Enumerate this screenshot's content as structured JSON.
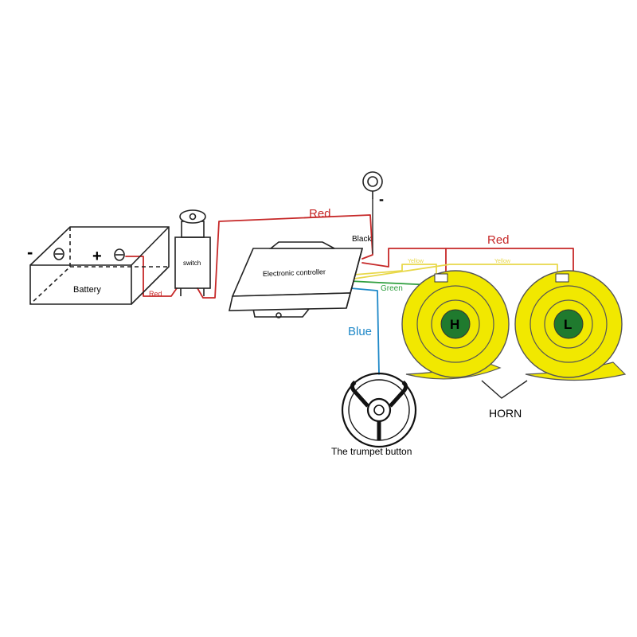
{
  "battery": {
    "label": "Battery",
    "negative_symbol": "-",
    "positive_symbol": "+"
  },
  "switch": {
    "label": "switch"
  },
  "controller": {
    "label": "Electronic controller"
  },
  "horns": {
    "label": "HORN",
    "high": {
      "letter": "H"
    },
    "low": {
      "letter": "L"
    }
  },
  "button": {
    "label": "The trumpet button"
  },
  "ground": {
    "symbol": "-"
  },
  "wires": {
    "battery_to_switch": "Red",
    "switch_to_controller": "Red",
    "controller_to_horns": "Red",
    "ground_wire": "Black",
    "green_wire": "Green",
    "blue_wire": "Blue",
    "yellow_left": "Yellow",
    "yellow_right": "Yellow"
  },
  "colors": {
    "red_wire": "#c62828",
    "blue_wire": "#1e88c8",
    "green_wire": "#2e9e3e",
    "yellow_wire": "#e8d84a",
    "horn_body": "#f1e800",
    "horn_center": "#1f7a2e"
  }
}
